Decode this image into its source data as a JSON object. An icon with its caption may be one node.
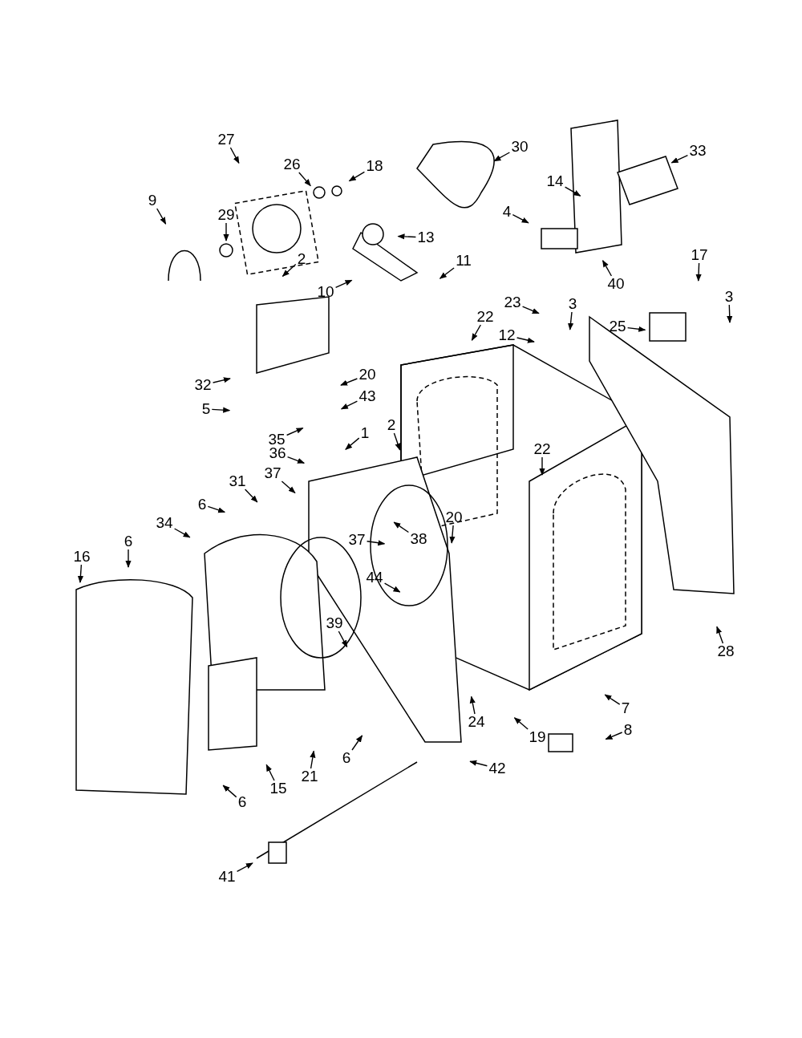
{
  "diagram": {
    "nodes": [
      {
        "text": [
          "27"
        ]
      },
      {
        "text": [
          "30"
        ]
      },
      {
        "text": [
          "33"
        ]
      },
      {
        "text": [
          "26"
        ]
      },
      {
        "text": [
          "18"
        ]
      },
      {
        "text": [
          "14"
        ]
      },
      {
        "text": [
          "9"
        ]
      },
      {
        "text": [
          "4"
        ]
      },
      {
        "text": [
          "29"
        ]
      },
      {
        "text": [
          "13"
        ]
      },
      {
        "text": [
          "17"
        ]
      },
      {
        "text": [
          "2"
        ]
      },
      {
        "text": [
          "11"
        ]
      },
      {
        "text": [
          "40"
        ]
      },
      {
        "text": [
          "10"
        ]
      },
      {
        "text": [
          "3"
        ]
      },
      {
        "text": [
          "23"
        ]
      },
      {
        "text": [
          "3"
        ]
      },
      {
        "text": [
          "22"
        ]
      },
      {
        "text": [
          "25"
        ]
      },
      {
        "text": [
          "12"
        ]
      },
      {
        "text": [
          "20"
        ]
      },
      {
        "text": [
          "32"
        ]
      },
      {
        "text": [
          "43"
        ]
      },
      {
        "text": [
          "5"
        ]
      },
      {
        "text": [
          "2"
        ]
      },
      {
        "text": [
          "1"
        ]
      },
      {
        "text": [
          "35"
        ]
      },
      {
        "text": [
          "22"
        ]
      },
      {
        "text": [
          "36"
        ]
      },
      {
        "text": [
          "31"
        ]
      },
      {
        "text": [
          "37"
        ]
      },
      {
        "text": [
          "6"
        ]
      },
      {
        "text": [
          "20"
        ]
      },
      {
        "text": [
          "34"
        ]
      },
      {
        "text": [
          "37"
        ]
      },
      {
        "text": [
          "38"
        ]
      },
      {
        "text": [
          "6"
        ]
      },
      {
        "text": [
          "16"
        ]
      },
      {
        "text": [
          "44"
        ]
      },
      {
        "text": [
          "39"
        ]
      },
      {
        "text": [
          "28"
        ]
      },
      {
        "text": [
          "7"
        ]
      },
      {
        "text": [
          "24"
        ]
      },
      {
        "text": [
          "8"
        ]
      },
      {
        "text": [
          "19"
        ]
      },
      {
        "text": [
          "6"
        ]
      },
      {
        "text": [
          "42"
        ]
      },
      {
        "text": [
          "21"
        ]
      },
      {
        "text": [
          "15"
        ]
      },
      {
        "text": [
          "6"
        ]
      },
      {
        "text": [
          "41"
        ]
      }
    ],
    "edges": [
      {
        "from": 0,
        "to": null,
        "arrow": "to"
      },
      {
        "from": 1,
        "to": null,
        "arrow": "to"
      },
      {
        "from": 2,
        "to": null,
        "arrow": "to"
      },
      {
        "from": 3,
        "to": null,
        "arrow": "to"
      },
      {
        "from": 4,
        "to": null,
        "arrow": "to"
      },
      {
        "from": 5,
        "to": null,
        "arrow": "to"
      },
      {
        "from": 6,
        "to": null,
        "arrow": "to"
      },
      {
        "from": 7,
        "to": null,
        "arrow": "to"
      },
      {
        "from": 8,
        "to": null,
        "arrow": "to"
      },
      {
        "from": 9,
        "to": null,
        "arrow": "to"
      },
      {
        "from": 10,
        "to": null,
        "arrow": "to"
      },
      {
        "from": 11,
        "to": null,
        "arrow": "to"
      },
      {
        "from": 12,
        "to": null,
        "arrow": "to"
      },
      {
        "from": 13,
        "to": null,
        "arrow": "to"
      },
      {
        "from": 14,
        "to": null,
        "arrow": "to"
      },
      {
        "from": 15,
        "to": null,
        "arrow": "to"
      },
      {
        "from": 16,
        "to": null,
        "arrow": "to"
      },
      {
        "from": 17,
        "to": null,
        "arrow": "to"
      },
      {
        "from": 18,
        "to": null,
        "arrow": "to"
      },
      {
        "from": 19,
        "to": null,
        "arrow": "to"
      },
      {
        "from": 20,
        "to": null,
        "arrow": "to"
      },
      {
        "from": 21,
        "to": null,
        "arrow": "to"
      },
      {
        "from": 22,
        "to": null,
        "arrow": "to"
      },
      {
        "from": 23,
        "to": null,
        "arrow": "to"
      },
      {
        "from": 24,
        "to": null,
        "arrow": "to"
      },
      {
        "from": 25,
        "to": null,
        "arrow": "to"
      },
      {
        "from": 26,
        "to": null,
        "arrow": "to"
      },
      {
        "from": 27,
        "to": null,
        "arrow": "to"
      },
      {
        "from": 28,
        "to": null,
        "arrow": "to"
      },
      {
        "from": 29,
        "to": null,
        "arrow": "to"
      },
      {
        "from": 30,
        "to": null,
        "arrow": "to"
      },
      {
        "from": 31,
        "to": null,
        "arrow": "to"
      },
      {
        "from": 32,
        "to": null,
        "arrow": "to"
      },
      {
        "from": 33,
        "to": null,
        "arrow": "to"
      },
      {
        "from": 34,
        "to": null,
        "arrow": "to"
      },
      {
        "from": 35,
        "to": null,
        "arrow": "to"
      },
      {
        "from": 36,
        "to": null,
        "arrow": "to"
      },
      {
        "from": 37,
        "to": null,
        "arrow": "to"
      },
      {
        "from": 38,
        "to": null,
        "arrow": "to"
      },
      {
        "from": 39,
        "to": null,
        "arrow": "to"
      },
      {
        "from": 40,
        "to": null,
        "arrow": "to"
      },
      {
        "from": 41,
        "to": null,
        "arrow": "to"
      },
      {
        "from": 42,
        "to": null,
        "arrow": "to"
      },
      {
        "from": 43,
        "to": null,
        "arrow": "to"
      },
      {
        "from": 44,
        "to": null,
        "arrow": "to"
      },
      {
        "from": 45,
        "to": null,
        "arrow": "to"
      },
      {
        "from": 46,
        "to": null,
        "arrow": "to"
      },
      {
        "from": 47,
        "to": null,
        "arrow": "to"
      },
      {
        "from": 48,
        "to": null,
        "arrow": "to"
      },
      {
        "from": 49,
        "to": null,
        "arrow": "to"
      },
      {
        "from": 50,
        "to": null,
        "arrow": "to"
      },
      {
        "from": 51,
        "to": null,
        "arrow": "to"
      }
    ]
  }
}
